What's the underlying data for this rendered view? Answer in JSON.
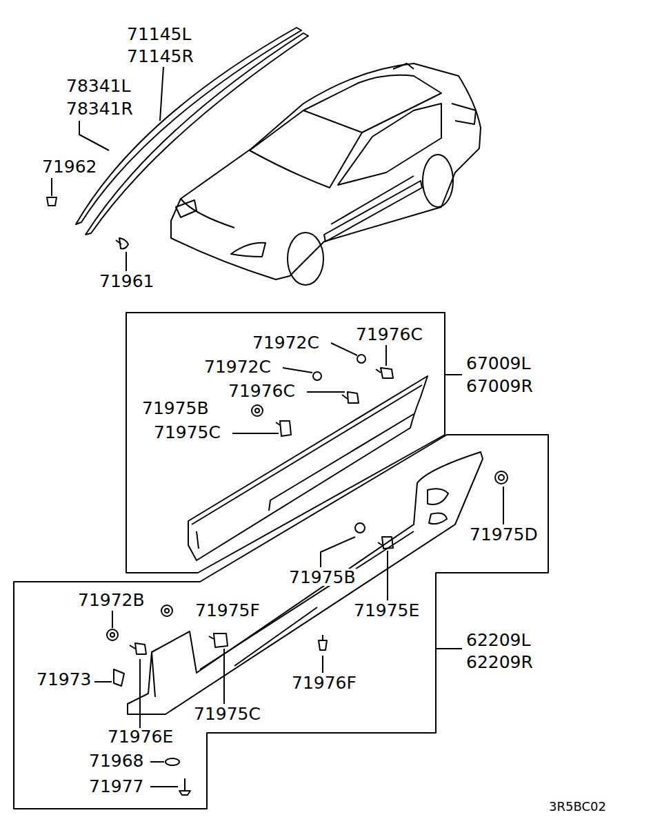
{
  "diagram": {
    "labels": [
      "71145L",
      "71145R",
      "78341L",
      "78341R",
      "71962",
      "71961",
      "71972C",
      "71976C",
      "71972C",
      "71976C",
      "71975B",
      "71975C",
      "67009L",
      "67009R",
      "71975D",
      "71975B",
      "71975E",
      "71972B",
      "71975F",
      "62209L",
      "62209R",
      "71973",
      "71976F",
      "71975C",
      "71976E",
      "71968",
      "71977",
      "3R5BC02"
    ]
  }
}
